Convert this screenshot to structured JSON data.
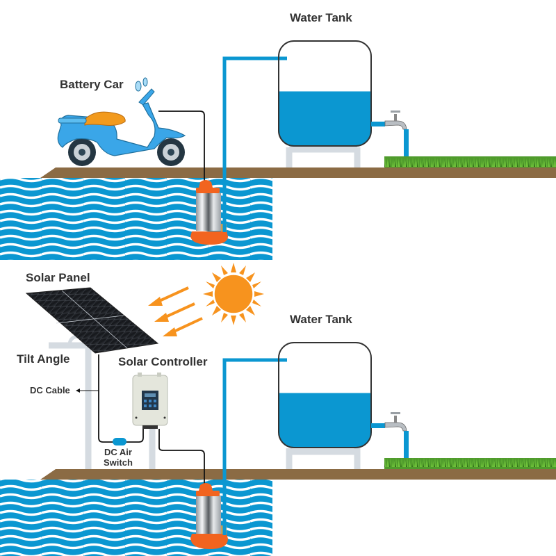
{
  "diagram": {
    "title": "Solar / Battery Water Pump System",
    "colors": {
      "water": "#0b97d1",
      "ground": "#8b6b44",
      "sun": "#f7931e",
      "scooter": "#3aa6e8",
      "seat": "#f29a1d",
      "pump_orange": "#f2641f",
      "support": "#d5dbe1",
      "cable": "#111111",
      "grass": "#4a9a2a"
    },
    "top_scene": {
      "label_battery_car": "Battery Car",
      "label_water_tank": "Water Tank",
      "tank_fill_fraction": 0.52
    },
    "bottom_scene": {
      "label_solar_panel": "Solar Panel",
      "label_tilt_angle": "Tilt Angle",
      "label_solar_controller": "Solar Controller",
      "label_dc_cable": "DC Cable",
      "label_dc_air_switch_line1": "DC Air",
      "label_dc_air_switch_line2": "Switch",
      "label_water_tank": "Water Tank",
      "tank_fill_fraction": 0.52
    }
  }
}
